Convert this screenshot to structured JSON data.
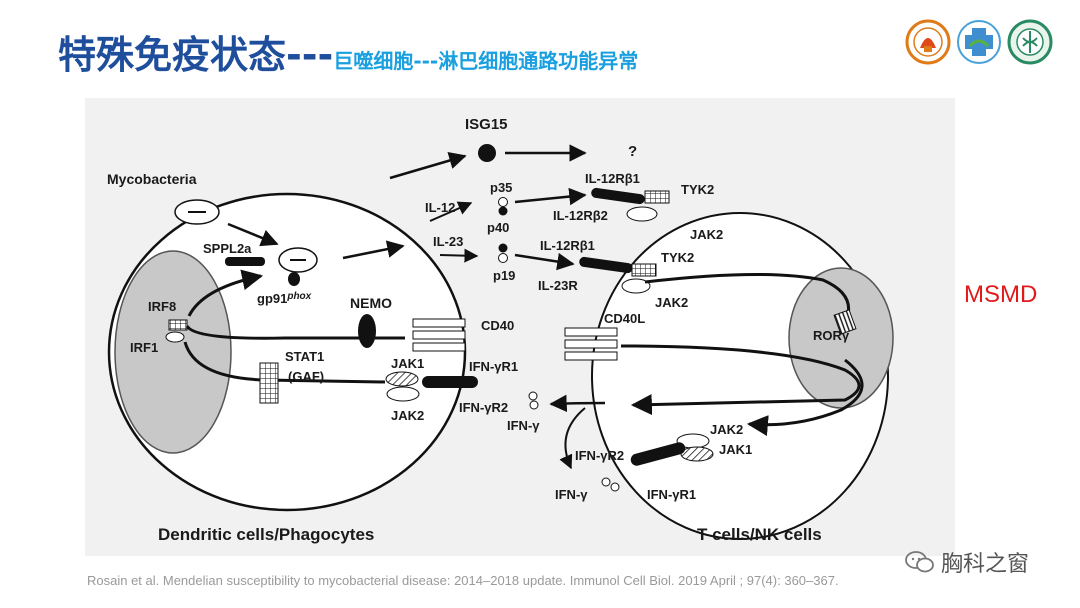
{
  "slide": {
    "title_main": "特殊免疫状态---",
    "title_sub": "巨噬细胞---淋巴细胞通路功能异常",
    "side_label": "MSMD",
    "citation": "Rosain et al. Mendelian susceptibility to mycobacterial disease: 2014–2018 update. Immunol Cell Biol. 2019 April ; 97(4): 360–367.",
    "watermark": "胸科之窗"
  },
  "diagram": {
    "labels": {
      "isg15": "ISG15",
      "question": "?",
      "mycobacteria": "Mycobacteria",
      "il12": "IL-12",
      "p35": "p35",
      "p40": "p40",
      "il23": "IL-23",
      "p19": "p19",
      "il12rb1_top": "IL-12Rβ1",
      "il12rb2": "IL-12Rβ2",
      "tyk2_top": "TYK2",
      "jak2_top": "JAK2",
      "il12rb1_mid": "IL-12Rβ1",
      "tyk2_mid": "TYK2",
      "il23r": "IL-23R",
      "jak2_mid": "JAK2",
      "sppl2a": "SPPL2a",
      "gp91": "gp91",
      "phox": "phox",
      "irf8": "IRF8",
      "irf1": "IRF1",
      "nemo": "NEMO",
      "cd40": "CD40",
      "cd40l": "CD40L",
      "rorg": "RORγ",
      "stat1": "STAT1",
      "gaf": "(GAF)",
      "jak1_left": "JAK1",
      "jak2_left": "JAK2",
      "ifngr1_left": "IFN-γR1",
      "ifngr2_left": "IFN-γR2",
      "ifng_left": "IFN-γ",
      "jak2_right": "JAK2",
      "jak1_right": "JAK1",
      "ifngr2_right": "IFN-γR2",
      "ifng_right": "IFN-γ",
      "ifngr1_right": "IFN-γR1",
      "left_cell": "Dendritic cells/Phagocytes",
      "right_cell": "T cells/NK cells"
    }
  },
  "colors": {
    "title_main": "#1f4e9c",
    "title_sub": "#1aa0e0",
    "msmd": "#e01a1a",
    "nucleus": "#c8c8c8",
    "panel": "#f1f1f1"
  },
  "icons": [
    "university-seal-icon",
    "hospital-cross-icon",
    "medical-college-seal-icon",
    "wechat-icon"
  ]
}
